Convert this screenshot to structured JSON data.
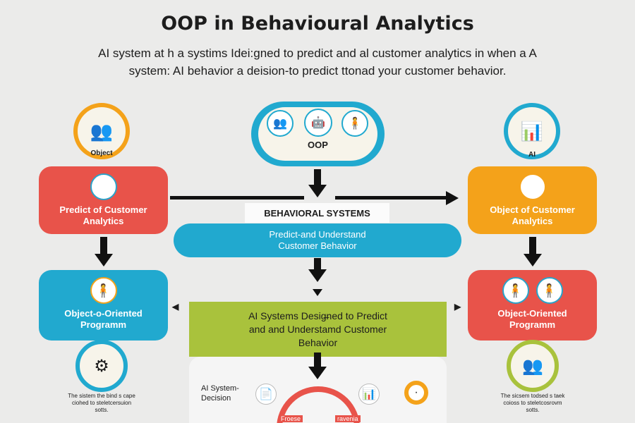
{
  "title": "OOP in Behavioural Analytics",
  "subtitle_line1": "AI system at h a systims Idei:gned to predict and al customer analytics in when a A",
  "subtitle_line2": "system: AI behavior a deision-to predict ttonad your customer behavior.",
  "left": {
    "circle_label": "Object",
    "box1_label": "Predict of Customer Analytics",
    "box2_label": "Object-o-Oriented Programm",
    "note": "The sistem the bind s cape ciohed to steletcersuion sotts."
  },
  "center": {
    "circle_label": "OOP",
    "banner_label": "BEHAVIORAL SYSTEMS",
    "pill_label": "Predict-and Understand Customer Behavior",
    "green_box_label": "AI Systems Desig̶ned to Predict and and Understamd Customer Behavior",
    "decision_label": "AI System- Decision",
    "bottom_tag_left": "Froese",
    "bottom_tag_right": "ravenia"
  },
  "right": {
    "circle_label": "AI",
    "box1_label": "Object of Customer Analytics",
    "box2_label": "Object-Oriented Programm",
    "note": "The sicsem todsed s taek coioss to steletcosrovm sotts."
  },
  "colors": {
    "red": "#e8534a",
    "blue": "#21a9cf",
    "orange": "#f4a21a",
    "green": "#a9c23c",
    "dark": "#111111"
  },
  "icons": {
    "people": "people-group-icon",
    "gear": "gear-icon",
    "robot": "robot-icon",
    "chart": "bar-chart-icon"
  }
}
